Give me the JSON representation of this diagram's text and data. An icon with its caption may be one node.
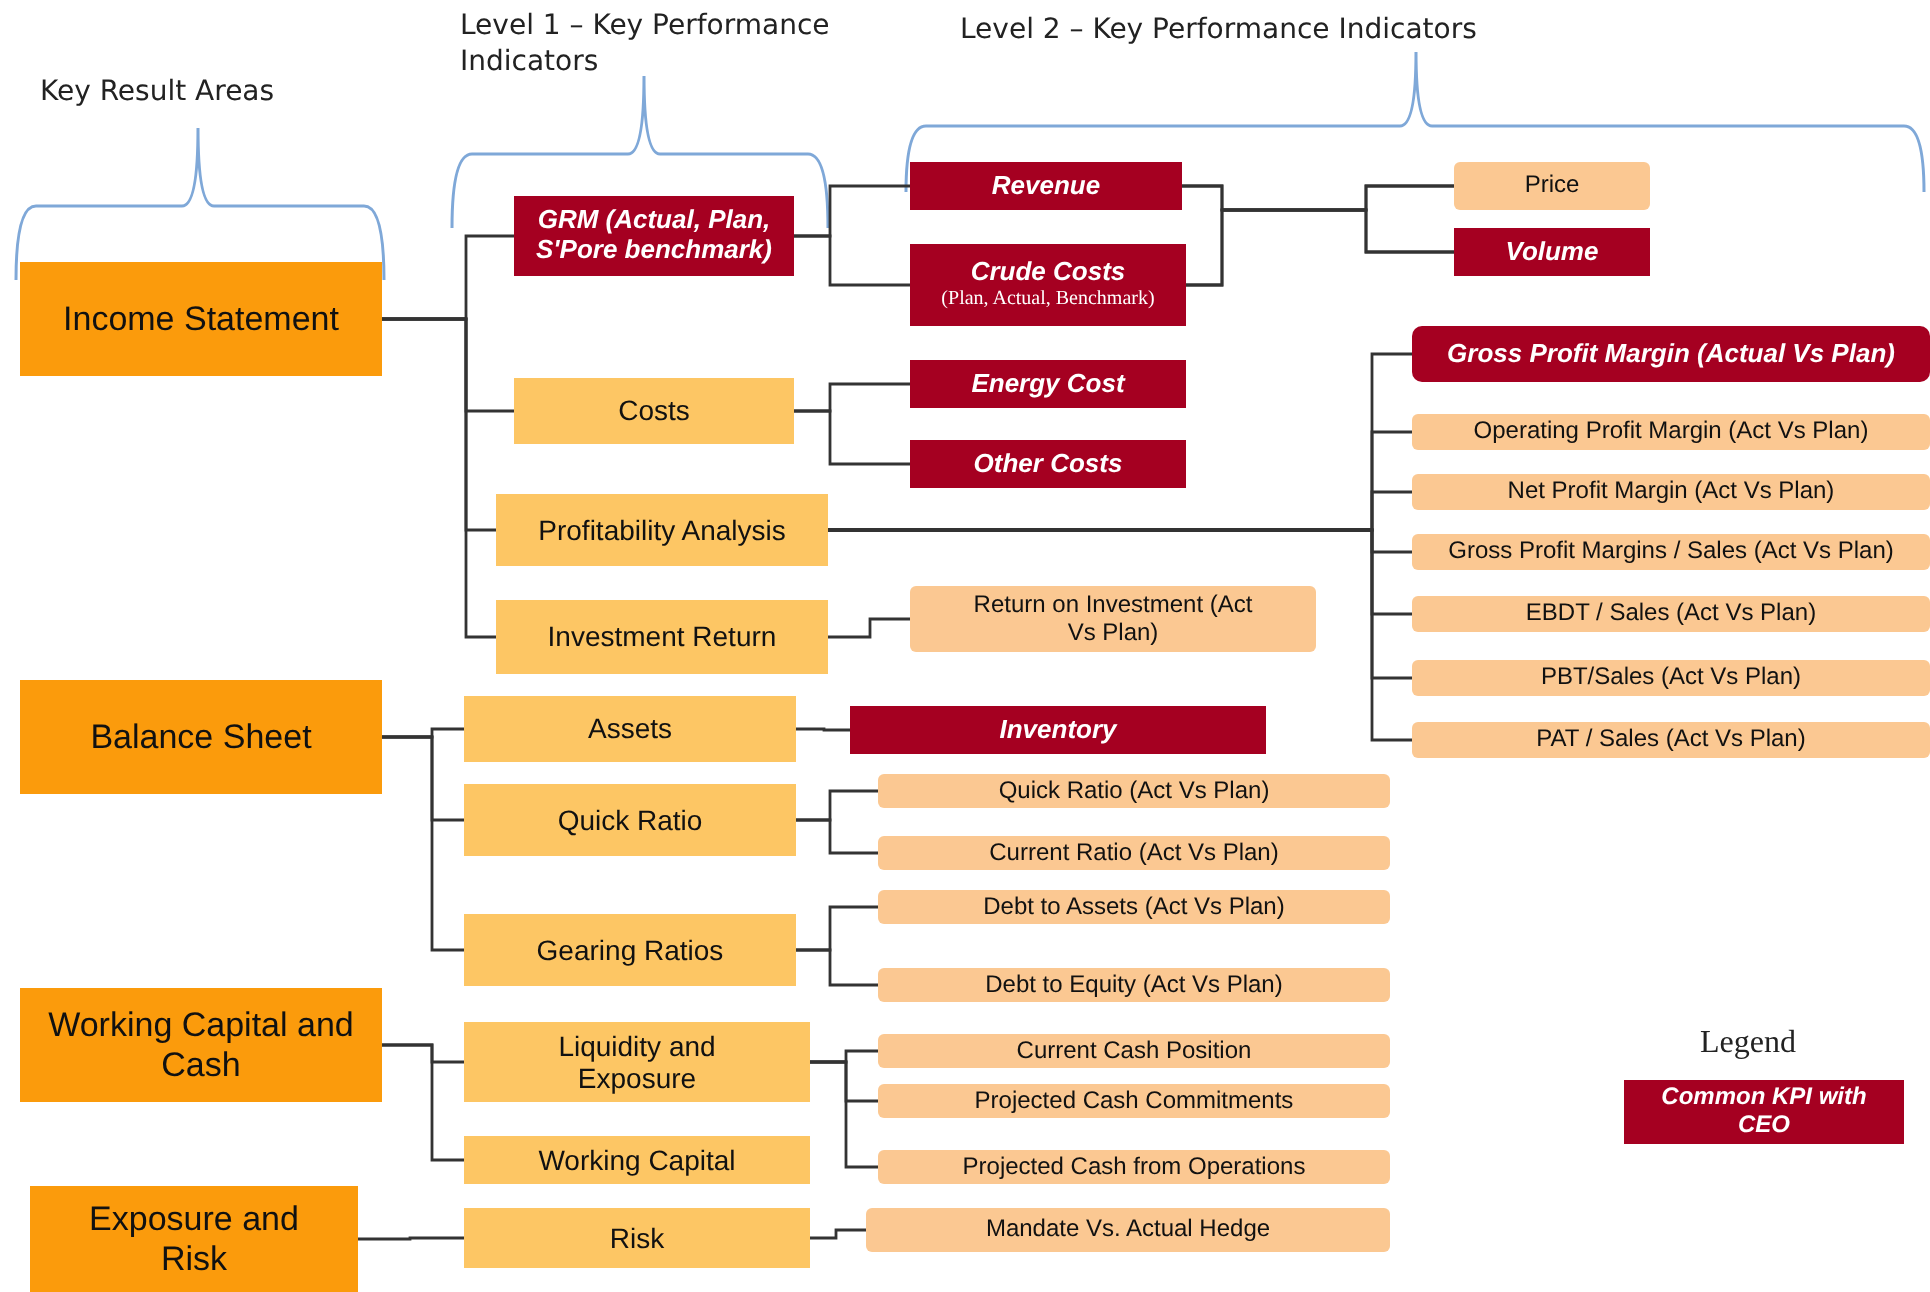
{
  "diagram": {
    "nodes": [
      {
        "text": [
          "Income Statement"
        ]
      },
      {
        "text": [
          "GRM (Actual, Plan, S'Pore benchmark)"
        ]
      },
      {
        "text": [
          "Costs"
        ]
      },
      {
        "text": [
          "Profitability Analysis"
        ]
      },
      {
        "text": [
          "Investment Return"
        ]
      },
      {
        "text": [
          "Revenue"
        ]
      },
      {
        "text": [
          "Crude Costs",
          "(Plan, Actual, Benchmark)"
        ]
      },
      {
        "text": [
          "Price"
        ]
      },
      {
        "text": [
          "Volume"
        ]
      },
      {
        "text": [
          "Energy Cost"
        ]
      },
      {
        "text": [
          "Other Costs"
        ]
      },
      {
        "text": [
          "Gross Profit Margin (Actual Vs Plan)"
        ]
      },
      {
        "text": [
          "Operating Profit Margin (Act Vs Plan)"
        ]
      },
      {
        "text": [
          "Net Profit Margin (Act Vs Plan)"
        ]
      },
      {
        "text": [
          "Gross Profit Margins / Sales (Act Vs Plan)"
        ]
      },
      {
        "text": [
          "EBDT / Sales (Act Vs Plan)"
        ]
      },
      {
        "text": [
          "PBT/Sales (Act Vs Plan)"
        ]
      },
      {
        "text": [
          "PAT / Sales (Act Vs Plan)"
        ]
      },
      {
        "text": [
          "Return on Investment (Act Vs Plan)"
        ]
      },
      {
        "text": [
          "Balance Sheet"
        ]
      },
      {
        "text": [
          "Assets"
        ]
      },
      {
        "text": [
          "Quick Ratio"
        ]
      },
      {
        "text": [
          "Gearing Ratios"
        ]
      },
      {
        "text": [
          "Inventory"
        ]
      },
      {
        "text": [
          "Quick Ratio (Act Vs Plan)"
        ]
      },
      {
        "text": [
          "Current Ratio (Act Vs Plan)"
        ]
      },
      {
        "text": [
          "Debt to Assets (Act Vs Plan)"
        ]
      },
      {
        "text": [
          "Debt to Equity (Act Vs Plan)"
        ]
      },
      {
        "text": [
          "Working Capital and Cash"
        ]
      },
      {
        "text": [
          "Liquidity and Exposure"
        ]
      },
      {
        "text": [
          "Working Capital"
        ]
      },
      {
        "text": [
          "Current Cash Position"
        ]
      },
      {
        "text": [
          "Projected Cash Commitments"
        ]
      },
      {
        "text": [
          "Projected Cash from Operations"
        ]
      },
      {
        "text": [
          "Exposure and Risk"
        ]
      },
      {
        "text": [
          "Risk"
        ]
      },
      {
        "text": [
          "Mandate Vs. Actual Hedge"
        ]
      }
    ],
    "edges": [
      {
        "from": 0,
        "to": 1,
        "arrow": "none"
      },
      {
        "from": 0,
        "to": 2,
        "arrow": "none"
      },
      {
        "from": 0,
        "to": 3,
        "arrow": "none"
      },
      {
        "from": 0,
        "to": 4,
        "arrow": "none"
      },
      {
        "from": 1,
        "to": 5,
        "arrow": "none"
      },
      {
        "from": 1,
        "to": 6,
        "arrow": "none"
      },
      {
        "from": 5,
        "to": 7,
        "arrow": "none"
      },
      {
        "from": 5,
        "to": 8,
        "arrow": "none"
      },
      {
        "from": 6,
        "to": 7,
        "arrow": "none"
      },
      {
        "from": 6,
        "to": 8,
        "arrow": "none"
      },
      {
        "from": 2,
        "to": 9,
        "arrow": "none"
      },
      {
        "from": 2,
        "to": 10,
        "arrow": "none"
      },
      {
        "from": 3,
        "to": 11,
        "arrow": "none"
      },
      {
        "from": 3,
        "to": 12,
        "arrow": "none"
      },
      {
        "from": 3,
        "to": 13,
        "arrow": "none"
      },
      {
        "from": 3,
        "to": 14,
        "arrow": "none"
      },
      {
        "from": 3,
        "to": 15,
        "arrow": "none"
      },
      {
        "from": 3,
        "to": 16,
        "arrow": "none"
      },
      {
        "from": 3,
        "to": 17,
        "arrow": "none"
      },
      {
        "from": 4,
        "to": 18,
        "arrow": "none"
      },
      {
        "from": 19,
        "to": 20,
        "arrow": "none"
      },
      {
        "from": 19,
        "to": 21,
        "arrow": "none"
      },
      {
        "from": 19,
        "to": 22,
        "arrow": "none"
      },
      {
        "from": 20,
        "to": 23,
        "arrow": "none"
      },
      {
        "from": 21,
        "to": 24,
        "arrow": "none"
      },
      {
        "from": 21,
        "to": 25,
        "arrow": "none"
      },
      {
        "from": 22,
        "to": 26,
        "arrow": "none"
      },
      {
        "from": 22,
        "to": 27,
        "arrow": "none"
      },
      {
        "from": 28,
        "to": 29,
        "arrow": "none"
      },
      {
        "from": 28,
        "to": 30,
        "arrow": "none"
      },
      {
        "from": 29,
        "to": 31,
        "arrow": "none"
      },
      {
        "from": 29,
        "to": 32,
        "arrow": "none"
      },
      {
        "from": 29,
        "to": 33,
        "arrow": "none"
      },
      {
        "from": 34,
        "to": 35,
        "arrow": "none"
      },
      {
        "from": 35,
        "to": 36,
        "arrow": "none"
      }
    ],
    "labels": [
      "Key Result Areas",
      "Level 1 – Key Performance Indicators",
      "Level 2 – Key Performance Indicators",
      "Legend"
    ],
    "legend": [
      {
        "text": "Common KPI with CEO",
        "color": "#a50021"
      }
    ]
  }
}
